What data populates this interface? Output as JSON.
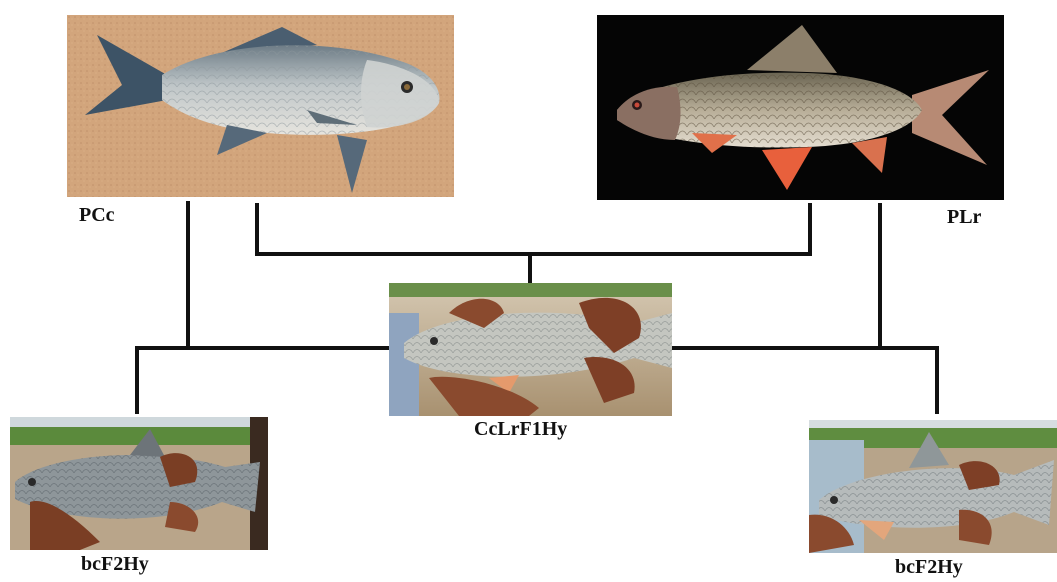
{
  "figure": {
    "labels": {
      "parent_left": "PCc",
      "parent_right": "PLr",
      "hybrid_f1": "CcLrF1Hy",
      "backcross_left": "bcF2Hy",
      "backcross_right": "bcF2Hy"
    },
    "colors": {
      "connector": "#111111",
      "sand_background": "#d2a57c",
      "black_background": "#050505",
      "pond_water": "#b9a58a",
      "vegetation": "#5b8a3c",
      "fish_silver": "#c9c7c2",
      "fin_red": "#e8603c",
      "skin": "#8a4a2e"
    }
  }
}
